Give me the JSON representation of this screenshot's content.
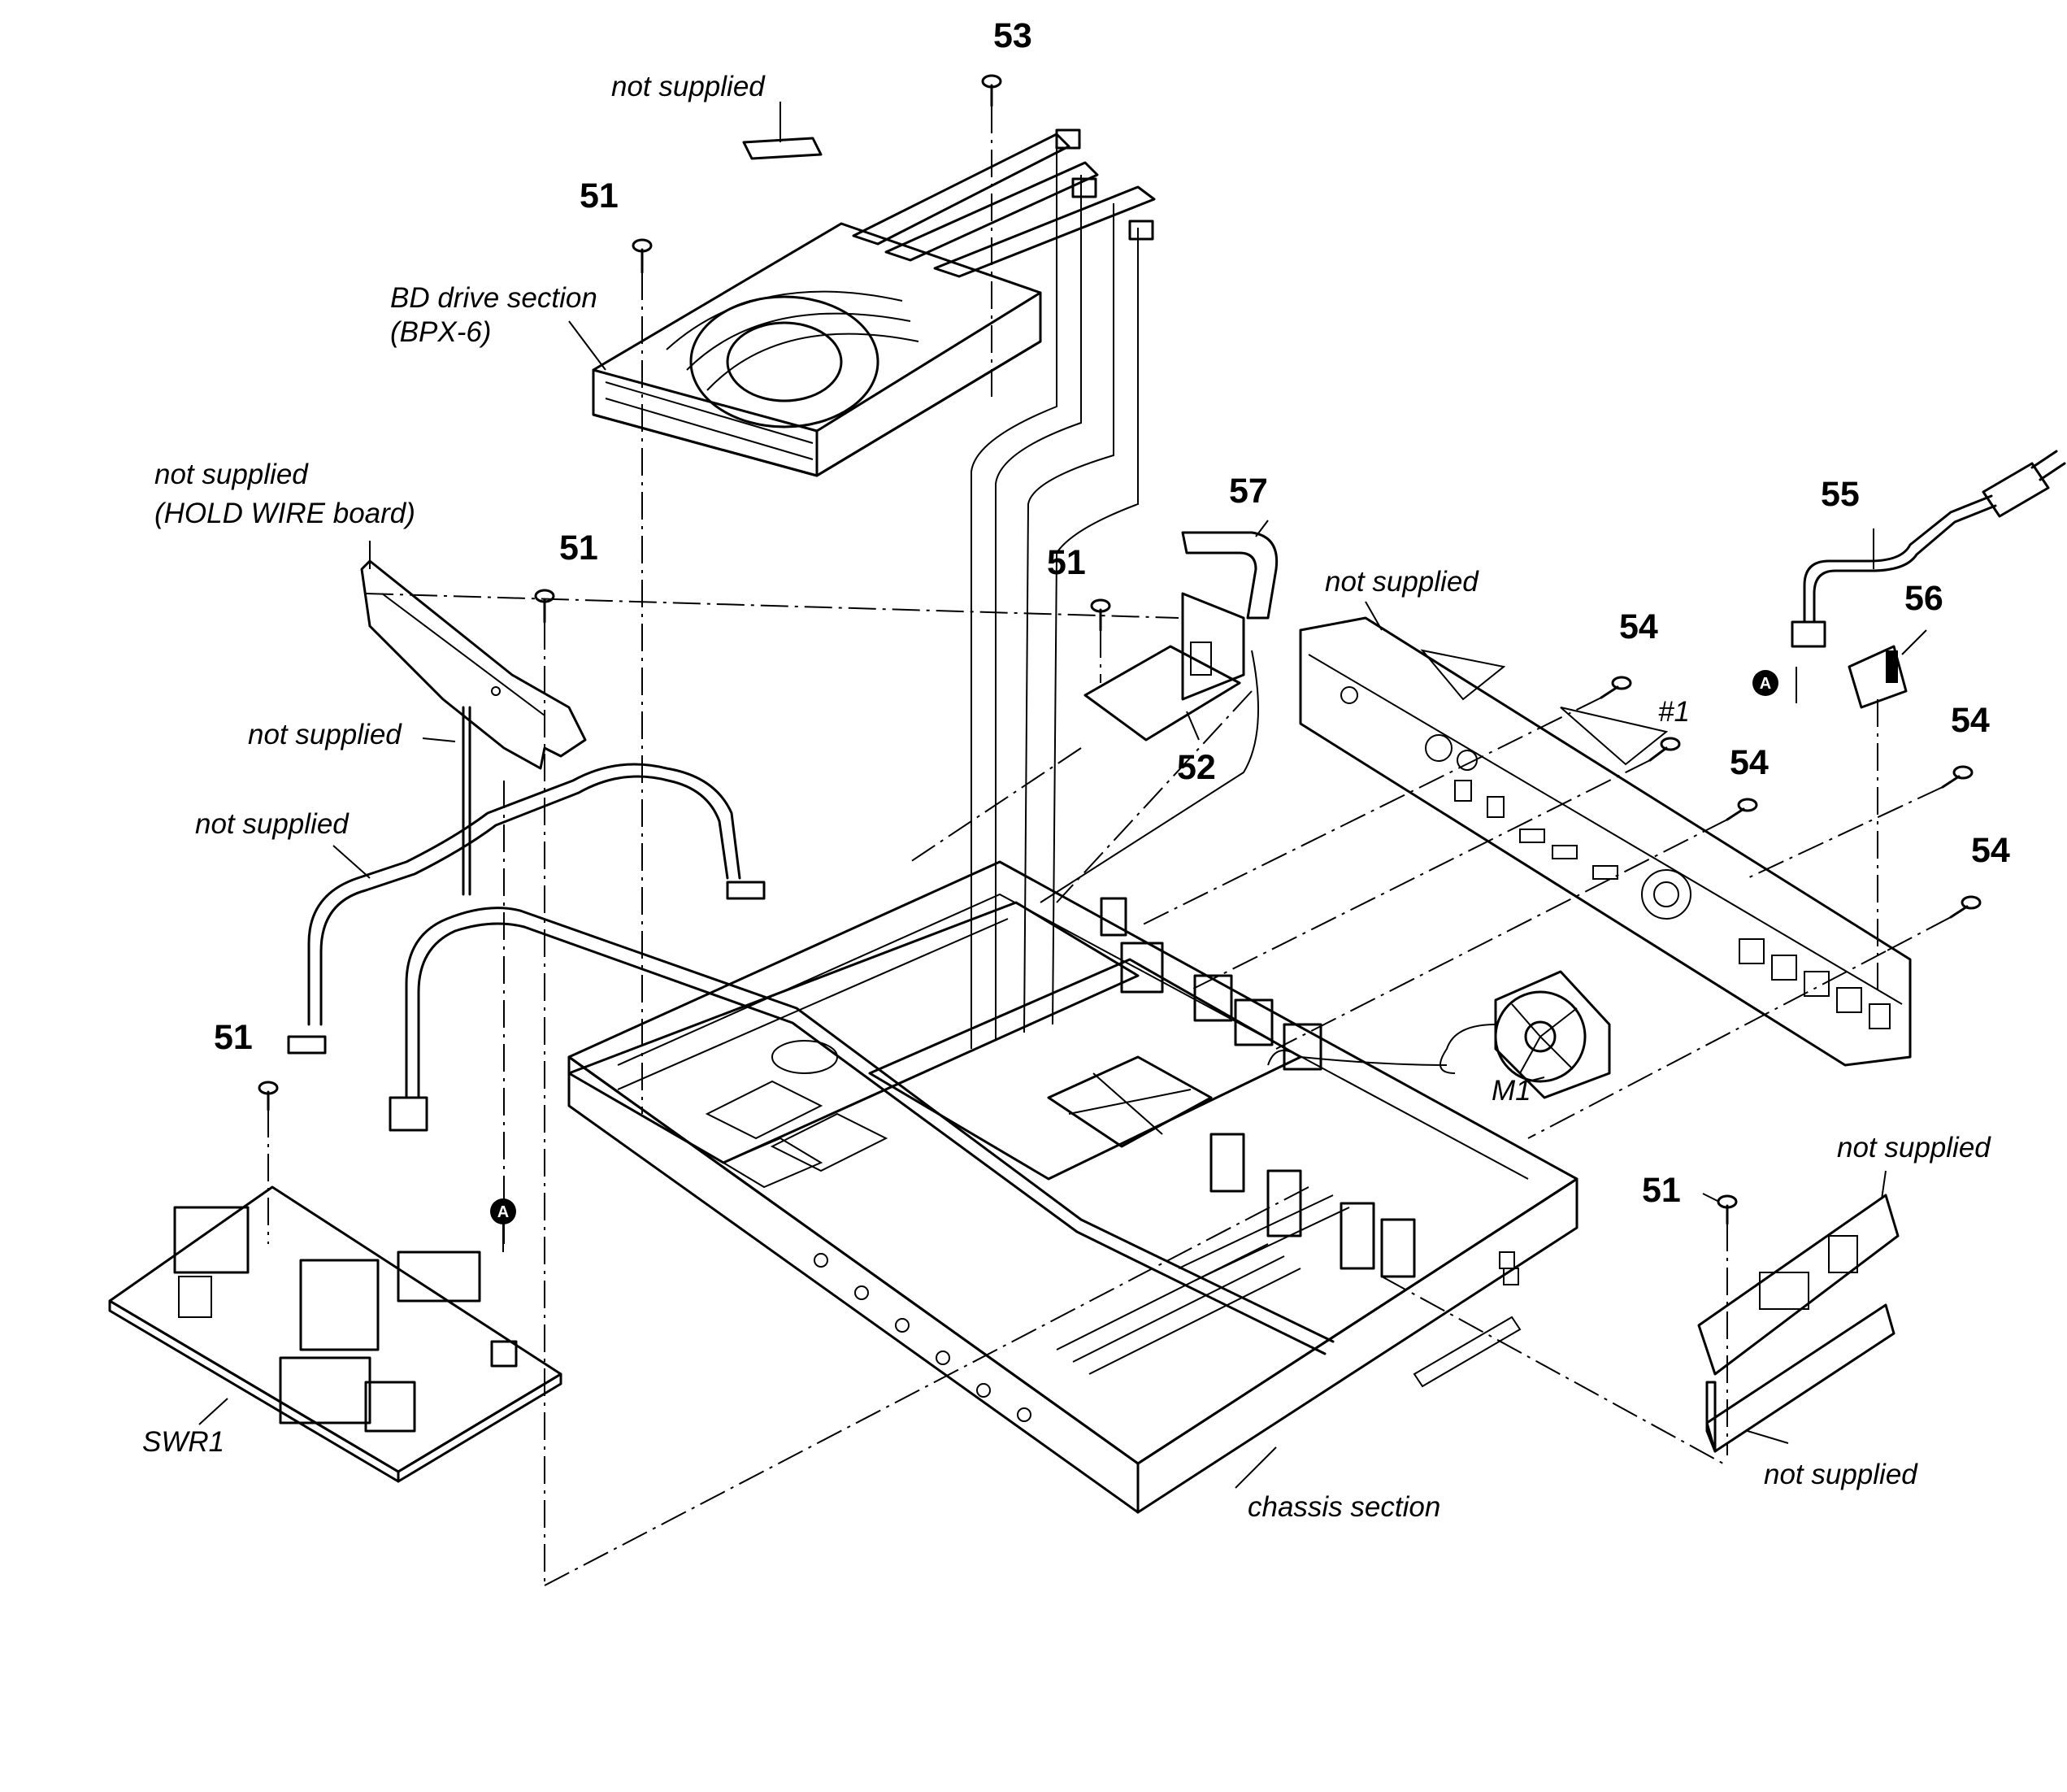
{
  "labels": {
    "not_supplied_top": "not supplied",
    "bd_drive_line1": "BD drive section",
    "bd_drive_line2": "(BPX-6)",
    "hold_wire_line1": "not supplied",
    "hold_wire_line2": "(HOLD WIRE board)",
    "not_supplied_wire1": "not supplied",
    "not_supplied_wire2": "not supplied",
    "not_supplied_rear_panel": "not supplied",
    "not_supplied_bracket_top": "not supplied",
    "not_supplied_bracket_bottom": "not supplied",
    "swr1": "SWR1",
    "chassis_section": "chassis section",
    "m1": "M1",
    "hash1": "#1",
    "ref_a_left": "A",
    "ref_a_right": "A"
  },
  "callouts": {
    "p53": "53",
    "p51_drive": "51",
    "p51_hold": "51",
    "p51_bracket52": "51",
    "p51_swr": "51",
    "p51_right": "51",
    "p57": "57",
    "p52": "52",
    "p54_a": "54",
    "p54_b": "54",
    "p54_c": "54",
    "p54_d": "54",
    "p55": "55",
    "p56": "56"
  }
}
